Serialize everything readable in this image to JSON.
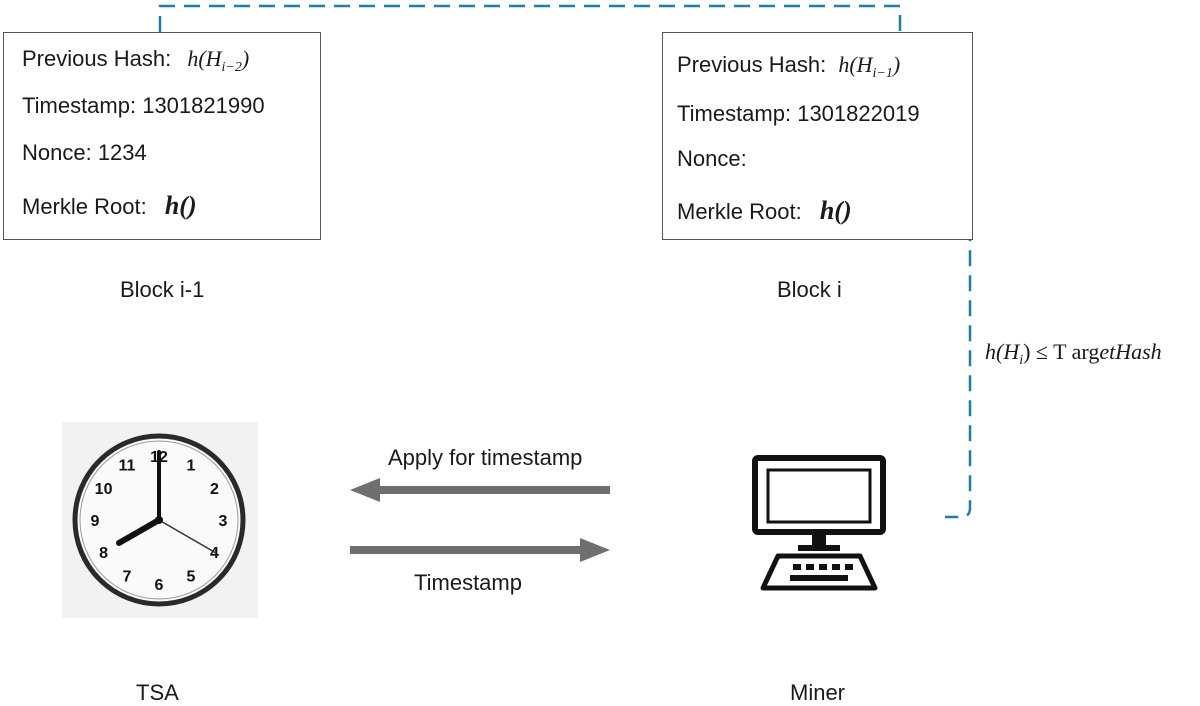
{
  "block_prev": {
    "prev_hash_label": "Previous Hash:",
    "prev_hash_fn": "h(H",
    "prev_hash_sub": "i−2",
    "prev_hash_close": ")",
    "timestamp": "Timestamp: 1301821990",
    "nonce": "Nonce: 1234",
    "merkle_label": "Merkle Root:",
    "merkle_value": "h()",
    "caption": "Block i-1"
  },
  "block_curr": {
    "prev_hash_label": "Previous Hash:",
    "prev_hash_fn": "h(H",
    "prev_hash_sub": "i−1",
    "prev_hash_close": ")",
    "timestamp": "Timestamp: 1301822019",
    "nonce": "Nonce:",
    "merkle_label": "Merkle Root:",
    "merkle_value": "h()",
    "caption": "Block i"
  },
  "condition": {
    "fn": "h(H",
    "sub": "i",
    "rest": ") ≤ T arg",
    "tail": "etHash"
  },
  "arrows": {
    "request_label": "Apply for timestamp",
    "response_label": "Timestamp"
  },
  "tsa": {
    "caption": "TSA",
    "numbers": [
      "12",
      "1",
      "2",
      "3",
      "4",
      "5",
      "6",
      "7",
      "8",
      "9",
      "10",
      "11"
    ]
  },
  "miner": {
    "caption": "Miner"
  },
  "colors": {
    "link": "#1f7fa3",
    "arrow": "#6f6f6f",
    "border": "#555555"
  }
}
